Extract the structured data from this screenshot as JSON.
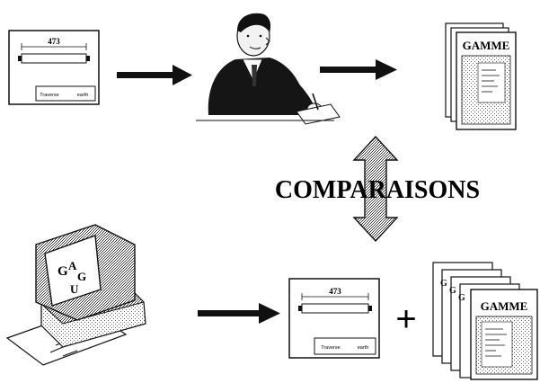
{
  "drawing_top": {
    "dimension_value": "473",
    "title_block_left": "Traverse",
    "title_block_right": "earth"
  },
  "drawing_bottom": {
    "dimension_value": "473",
    "title_block_left": "Traverse",
    "title_block_right": "earth"
  },
  "gamme_top": {
    "title": "GAMME"
  },
  "gamme_bottom": {
    "title": "GAMME"
  },
  "comparison_label": "COMPARAISONS",
  "plus_sign": "+",
  "computer": {
    "screen_letters": [
      "G",
      "A",
      "G",
      "U"
    ]
  },
  "colors": {
    "ink": "#111111",
    "paper": "#ffffff",
    "dither": "#8a8a8a",
    "light_dither": "#c8c8c8"
  },
  "icons": [
    "engineering-drawing-icon",
    "arrow-right-icon",
    "technician-writing-icon",
    "gamme-document-icon",
    "double-arrow-icon",
    "computer-icon",
    "plus-icon"
  ]
}
